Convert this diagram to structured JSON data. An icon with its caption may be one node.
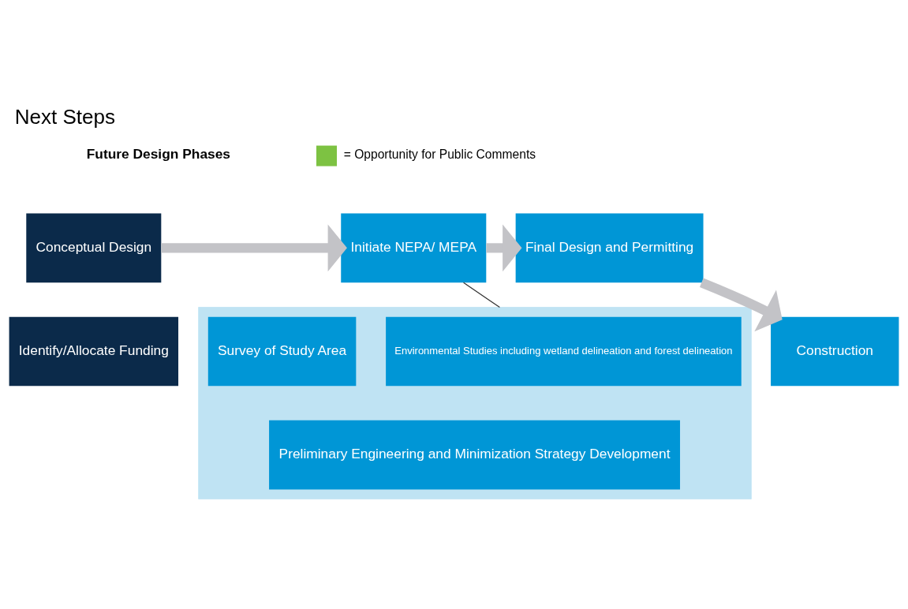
{
  "diagram": {
    "title": "Next Steps",
    "nodes": [
      {
        "text": [
          "Conceptual Design"
        ]
      },
      {
        "text": [
          "Initiate NEPA/ MEPA"
        ]
      },
      {
        "text": [
          "Final Design and Permitting"
        ]
      },
      {
        "text": [
          "Construction"
        ]
      },
      {
        "text": [
          "Identify/Allocate Funding"
        ]
      },
      {
        "text": [],
        "shape": "box"
      },
      {
        "text": [
          "Environmental Studies including wetland delineation and forest delineation"
        ],
        "in": 5
      },
      {
        "text": [
          "Survey of Study Area"
        ],
        "in": 5
      },
      {
        "text": [
          "Preliminary Engineering and Minimization Strategy Development"
        ],
        "in": 5
      }
    ],
    "edges": [
      {
        "from": 0,
        "to": 1,
        "arrow": "to"
      },
      {
        "from": 1,
        "to": 2,
        "arrow": "to"
      },
      {
        "from": 2,
        "to": 3,
        "arrow": "to"
      },
      {
        "from": 1,
        "to": 5,
        "arrow": "none",
        "color": "#333333"
      }
    ],
    "labels": [
      "Future Design Phases"
    ],
    "legend": [
      {
        "text": "= Opportunity for Public Comments",
        "color": "#7dc242"
      }
    ]
  }
}
